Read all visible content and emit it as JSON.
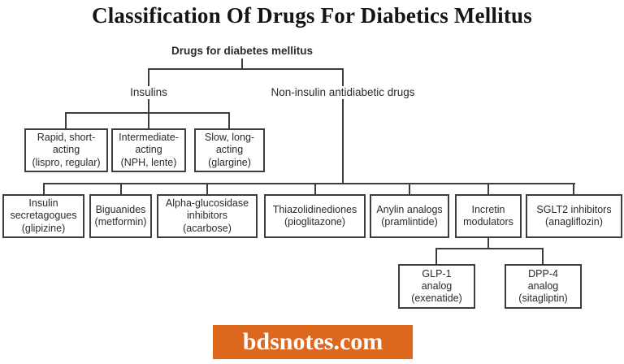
{
  "page": {
    "title": "Classification Of Drugs For Diabetics Mellitus"
  },
  "tree": {
    "root_label": "Drugs for diabetes mellitus",
    "insulins": {
      "label": "Insulins",
      "children": [
        "Rapid, short-\nacting\n(lispro, regular)",
        "Intermediate-\nacting\n(NPH, lente)",
        "Slow, long-\nacting\n(glargine)"
      ]
    },
    "non_insulin": {
      "label": "Non-insulin antidiabetic drugs",
      "children": [
        "Insulin\nsecretagogues\n(glipizine)",
        "Biguanides\n(metformin)",
        "Alpha-glucosidase\ninhibitors\n(acarbose)",
        "Thiazolidinediones\n(pioglitazone)",
        "Anylin analogs\n(pramlintide)",
        "Incretin\nmodulators",
        "SGLT2 inhibitors\n(anagliflozin)"
      ]
    },
    "incretin_children": [
      "GLP-1\nanalog\n(exenatide)",
      "DPP-4\nanalog\n(sitagliptin)"
    ]
  },
  "footer": {
    "brand": "bdsnotes.com"
  },
  "colors": {
    "line": "#3d3d3d",
    "text": "#2a2a2a",
    "background": "#ffffff",
    "brand_bg": "#de671e",
    "brand_text": "#ffffff"
  }
}
